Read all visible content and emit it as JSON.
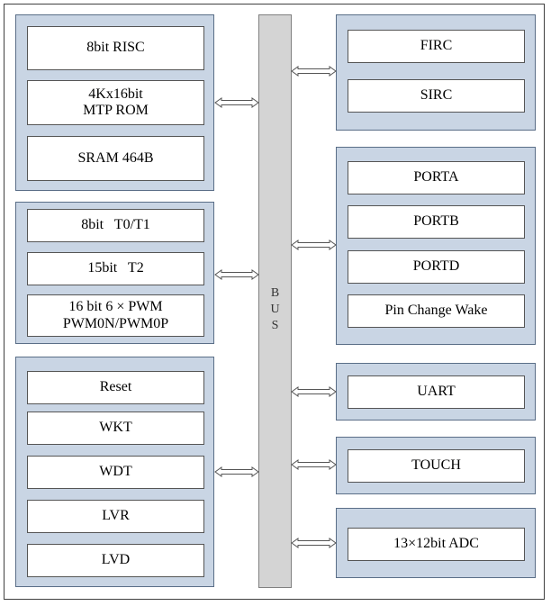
{
  "bus": {
    "letters": [
      "B",
      "U",
      "S"
    ]
  },
  "left_groups": {
    "core": {
      "risc": "8bit RISC",
      "rom_line1": "4Kx16bit",
      "rom_line2": "MTP ROM",
      "sram": "SRAM 464B"
    },
    "timers": {
      "t0t1": "8bit   T0/T1",
      "t2": "15bit   T2",
      "pwm_line1": "16 bit 6 × PWM",
      "pwm_line2": "PWM0N/PWM0P"
    },
    "system": {
      "reset": "Reset",
      "wkt": "WKT",
      "wdt": "WDT",
      "lvr": "LVR",
      "lvd": "LVD"
    }
  },
  "right_groups": {
    "clocks": {
      "firc": "FIRC",
      "sirc": "SIRC"
    },
    "ports": {
      "porta": "PORTA",
      "portb": "PORTB",
      "portd": "PORTD",
      "pin_change": "Pin Change Wake"
    },
    "uart": "UART",
    "touch": "TOUCH",
    "adc": "13×12bit ADC"
  },
  "colors": {
    "group_fill": "#c9d5e4",
    "group_border": "#5a6e87",
    "bus_fill": "#d4d4d4",
    "arrow": "#555555"
  }
}
